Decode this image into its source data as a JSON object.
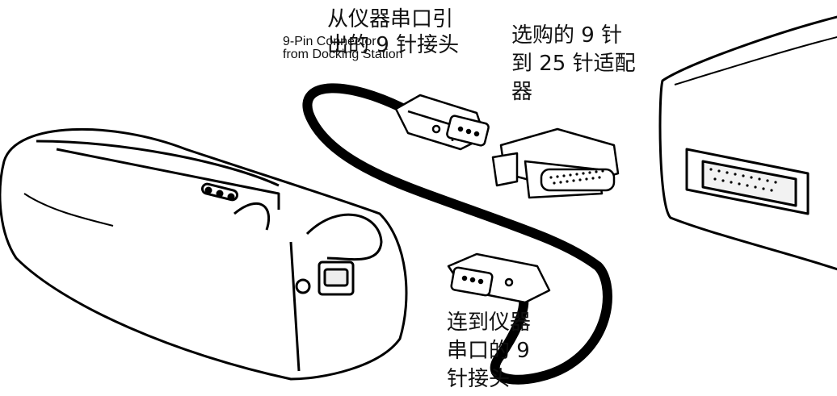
{
  "labels": {
    "top_cn_line1": "从仪器串口引",
    "top_cn_line2": "出的 9 针接头",
    "top_en_line1": "9-Pin Connector",
    "top_en_line2": "from Docking Station",
    "adapter_line1": "选购的 9 针",
    "adapter_line2": "到 25 针适配",
    "adapter_line3": "器",
    "bottom_line1": "连到仪器",
    "bottom_line2": "串口的 9",
    "bottom_line3": "针接头"
  }
}
